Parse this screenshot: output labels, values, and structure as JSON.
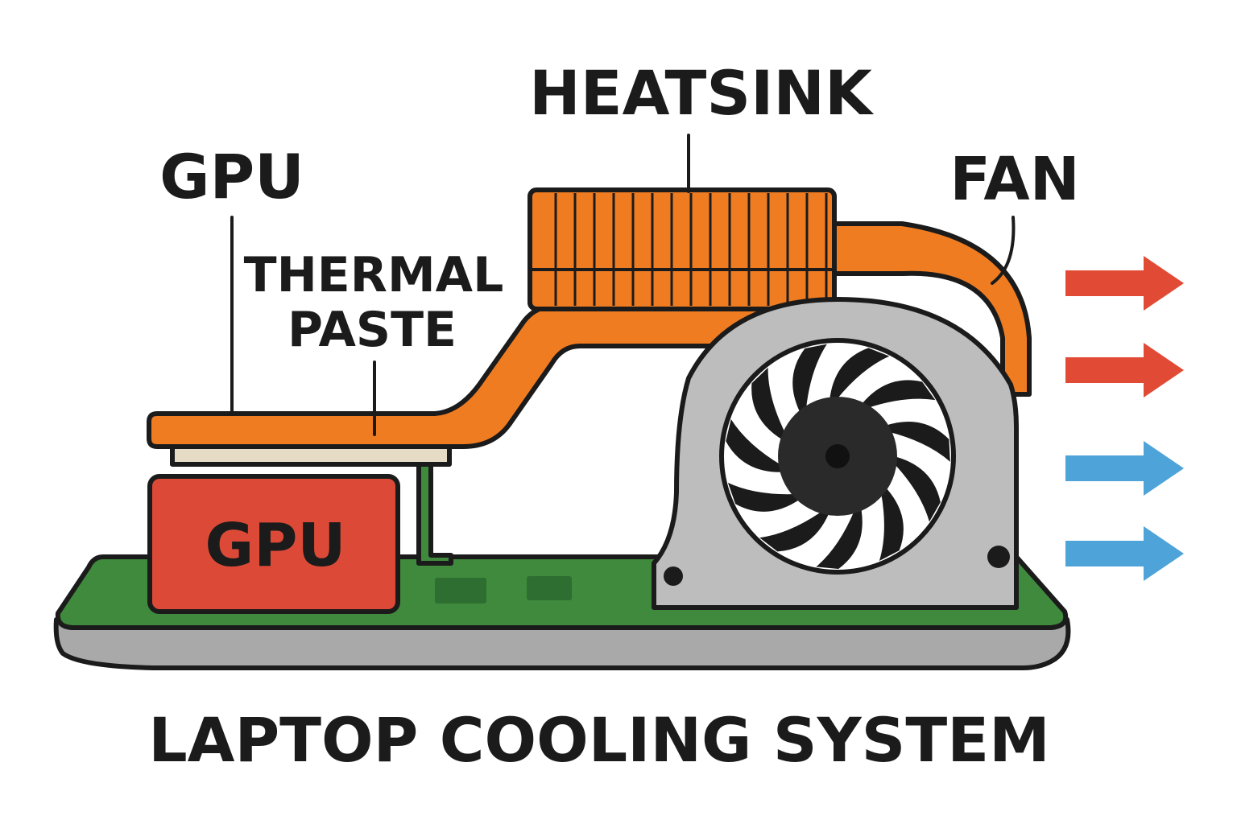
{
  "labels": {
    "heatsink": "HEATSINK",
    "gpu_top": "GPU",
    "fan": "FAN",
    "thermal_paste_line1": "THERMAL",
    "thermal_paste_line2": "PASTE",
    "gpu_chip": "GPU",
    "caption": "LAPTOP COOLING SYSTEM"
  },
  "airflow": {
    "hot_arrows": 2,
    "cool_arrows": 2,
    "hot_color": "#e14b36",
    "cool_color": "#4ea3d8"
  },
  "colors": {
    "heatsink": "#f07c22",
    "gpu": "#dc4a37",
    "board": "#3f8a3d",
    "base": "#a9a9a9",
    "fan_housing": "#bdbdbd",
    "thermal_paste": "#e6dcc6",
    "outline": "#1b1b1b"
  }
}
